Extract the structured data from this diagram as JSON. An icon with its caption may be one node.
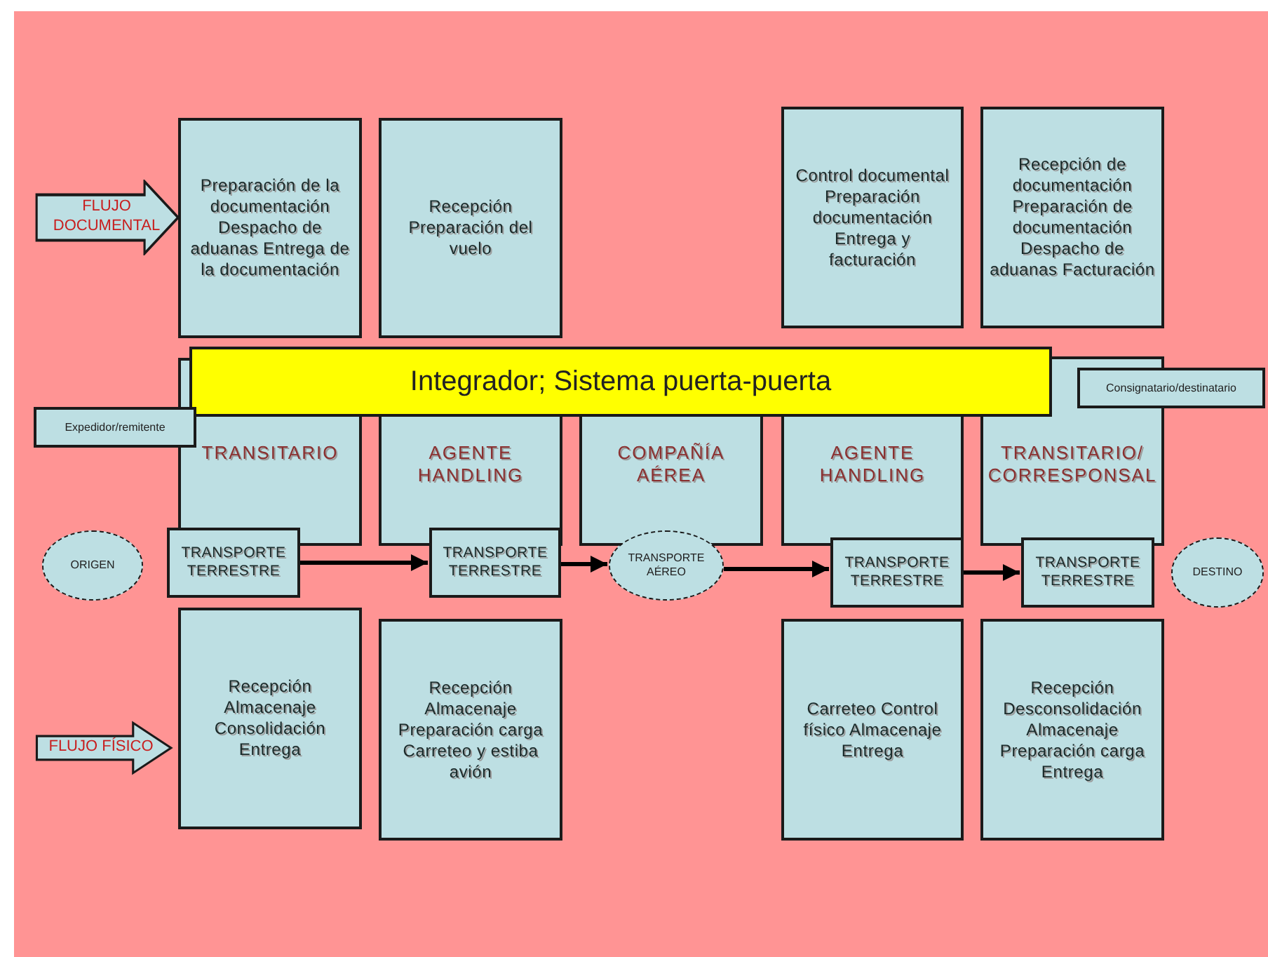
{
  "diagram": {
    "nodes": [
      {
        "text": [
          "FLUJO DOCUMENTAL"
        ]
      },
      {
        "text": [
          "Preparación de la documentación Despacho de aduanas Entrega de la documentación"
        ]
      },
      {
        "text": [
          "Recepción Preparación del vuelo"
        ]
      },
      {
        "text": [
          "Control documental Preparación documentación Entrega y facturación"
        ]
      },
      {
        "text": [
          "Recepción de documentación Preparación de documentación Despacho de aduanas Facturación"
        ]
      },
      {
        "text": [
          "TRANSITARIO"
        ]
      },
      {
        "text": [
          "AGENTE HANDLING"
        ]
      },
      {
        "text": [
          "COMPAÑÍA AÉREA"
        ]
      },
      {
        "text": [
          "AGENTE HANDLING"
        ]
      },
      {
        "text": [
          "TRANSITARIO/ CORRESPONSAL"
        ]
      },
      {
        "text": [
          "Integrador; Sistema puerta-puerta"
        ]
      },
      {
        "text": [
          "Expedidor/remitente"
        ]
      },
      {
        "text": [
          "Consignatario/destinatario"
        ]
      },
      {
        "text": [
          "ORIGEN"
        ]
      },
      {
        "text": [
          "TRANSPORTE TERRESTRE"
        ]
      },
      {
        "text": [
          "TRANSPORTE TERRESTRE"
        ]
      },
      {
        "text": [
          "TRANSPORTE AÉREO"
        ]
      },
      {
        "text": [
          "TRANSPORTE TERRESTRE"
        ]
      },
      {
        "text": [
          "TRANSPORTE TERRESTRE"
        ]
      },
      {
        "text": [
          "DESTINO"
        ]
      },
      {
        "text": [
          "Recepción Almacenaje Consolidación Entrega"
        ]
      },
      {
        "text": [
          "Recepción Almacenaje Preparación carga Carreteo y estiba avión"
        ]
      },
      {
        "text": [
          "Carreteo Control físico Almacenaje Entrega"
        ]
      },
      {
        "text": [
          "Recepción Desconsolidación Almacenaje Preparación carga Entrega"
        ]
      },
      {
        "text": [
          "FLUJO FÍSICO"
        ]
      }
    ],
    "edges": [
      {
        "from": 14,
        "to": 15,
        "arrow": "to"
      },
      {
        "from": 15,
        "to": 16,
        "arrow": "to"
      },
      {
        "from": 16,
        "to": 17,
        "arrow": "to"
      },
      {
        "from": 17,
        "to": 18,
        "arrow": "to"
      }
    ]
  }
}
